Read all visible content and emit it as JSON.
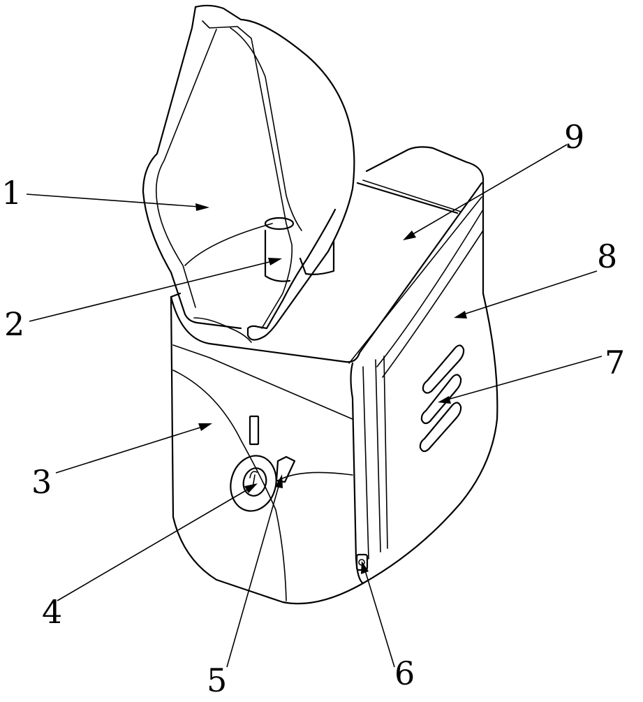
{
  "figure": {
    "labels": [
      {
        "id": "1",
        "text": "1"
      },
      {
        "id": "2",
        "text": "2"
      },
      {
        "id": "3",
        "text": "3"
      },
      {
        "id": "4",
        "text": "4"
      },
      {
        "id": "5",
        "text": "5"
      },
      {
        "id": "6",
        "text": "6"
      },
      {
        "id": "7",
        "text": "7"
      },
      {
        "id": "8",
        "text": "8"
      },
      {
        "id": "9",
        "text": "9"
      }
    ],
    "line_color": "#000000",
    "background": "#ffffff"
  }
}
